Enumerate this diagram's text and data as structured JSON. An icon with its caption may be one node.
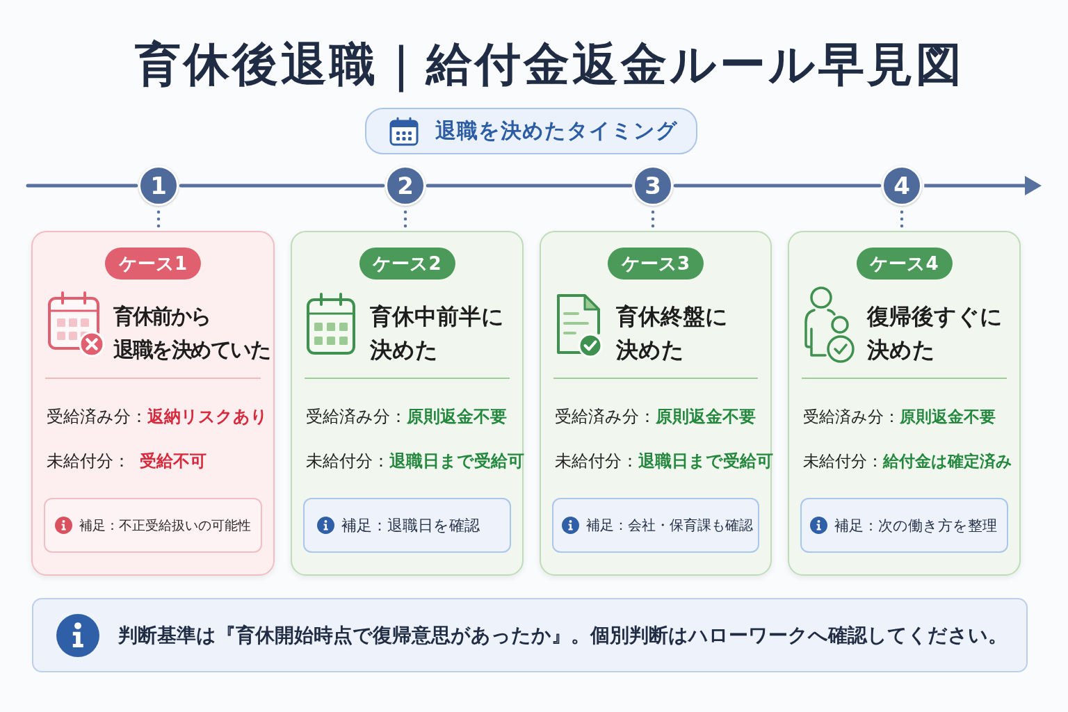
{
  "diagram": {
    "title": "育休後退職｜給付金返金ルール早見図",
    "nodes": [
      {
        "text": [
          "退職を決めたタイミング"
        ]
      },
      {
        "text": [
          "1"
        ]
      },
      {
        "text": [
          "2"
        ]
      },
      {
        "text": [
          "3"
        ]
      },
      {
        "text": [
          "4"
        ]
      },
      {
        "text": [
          "育休前から退職を決めていた",
          "受給済み分：",
          "返納リスクあり",
          "未給付分：",
          "受給不可"
        ]
      },
      {
        "text": [
          "ケース1"
        ],
        "in": 5
      },
      {
        "text": [
          "補足：不正受給扱いの可能性"
        ],
        "in": 5
      },
      {
        "text": [
          "育休中前半に決めた",
          "受給済み分：",
          "原則返金不要",
          "未給付分：",
          "退職日まで受給可"
        ]
      },
      {
        "text": [
          "ケース2"
        ],
        "in": 8
      },
      {
        "text": [
          "補足：退職日を確認"
        ],
        "in": 8
      },
      {
        "text": [
          "育休終盤に決めた",
          "受給済み分：",
          "原則返金不要",
          "未給付分：",
          "退職日まで受給可"
        ]
      },
      {
        "text": [
          "ケース3"
        ],
        "in": 11
      },
      {
        "text": [
          "補足：会社・保育課も確認"
        ],
        "in": 11
      },
      {
        "text": [
          "復帰後すぐに決めた",
          "受給済み分：",
          "原則返金不要",
          "未給付分：",
          "給付金は確定済み"
        ]
      },
      {
        "text": [
          "ケース4"
        ],
        "in": 14
      },
      {
        "text": [
          "補足：次の働き方を整理"
        ],
        "in": 14
      },
      {
        "text": [
          "判断基準は『育休開始時点で復帰意思があったか』。個別判断はハローワークへ確認してください。"
        ]
      }
    ],
    "edges": [
      {
        "from": null,
        "to": 1,
        "arrow": "none"
      },
      {
        "from": 1,
        "to": 2,
        "arrow": "none"
      },
      {
        "from": 2,
        "to": 3,
        "arrow": "none"
      },
      {
        "from": 3,
        "to": 4,
        "arrow": "none"
      },
      {
        "from": 4,
        "to": null,
        "arrow": "to"
      },
      {
        "from": 1,
        "to": 5,
        "arrow": "none",
        "style": "dashed"
      },
      {
        "from": 2,
        "to": 8,
        "arrow": "none",
        "style": "dashed"
      },
      {
        "from": 3,
        "to": 11,
        "arrow": "none",
        "style": "dashed"
      },
      {
        "from": 4,
        "to": 14,
        "arrow": "none",
        "style": "dashed"
      }
    ]
  }
}
